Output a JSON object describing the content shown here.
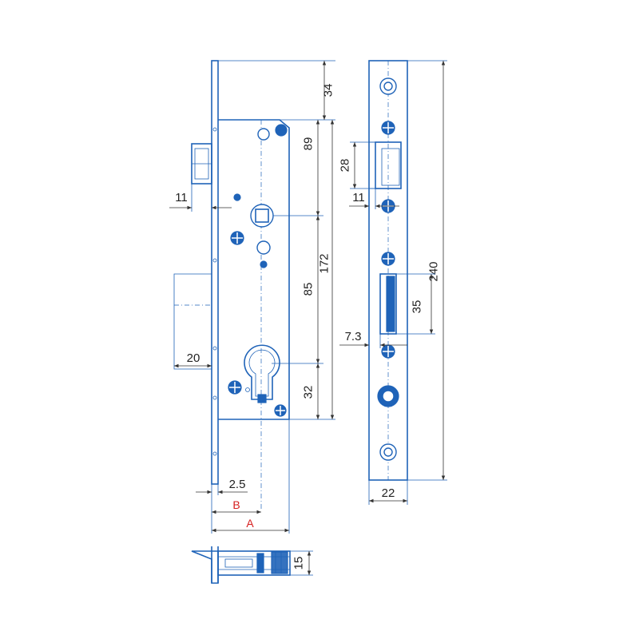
{
  "dimensions": {
    "d34": "34",
    "d89": "89",
    "d172": "172",
    "d85": "85",
    "d32": "32",
    "d11_left": "11",
    "d20": "20",
    "d2_5": "2.5",
    "label_B": "B",
    "label_A": "A",
    "d28": "28",
    "d11_right": "11",
    "d240": "240",
    "d35": "35",
    "d7_3": "7.3",
    "d22": "22",
    "d15": "15"
  },
  "colors": {
    "line": "#1f63b8",
    "dimension": "#333333",
    "variable_label": "#d62020"
  }
}
